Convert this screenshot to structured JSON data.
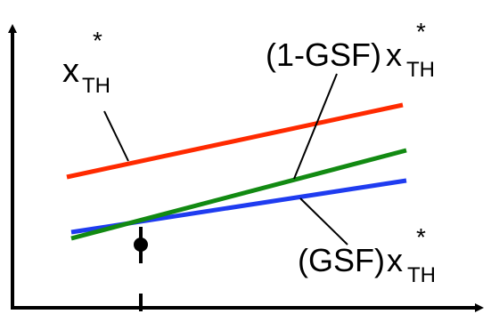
{
  "diagram": {
    "lines": {
      "threshold": {
        "label_base": "x",
        "label_sup": "*",
        "label_sub": "TH",
        "color": "#ff2a00"
      },
      "one_minus_gsf": {
        "label_prefix": "(1-GSF)",
        "label_base": "x",
        "label_sup": "*",
        "label_sub": "TH",
        "color": "#128a12"
      },
      "gsf": {
        "label_prefix": "(GSF)",
        "label_base": "x",
        "label_sup": "*",
        "label_sub": "TH",
        "color": "#1f3cf0"
      }
    },
    "axis_color": "#000000",
    "point_color": "#000000"
  }
}
